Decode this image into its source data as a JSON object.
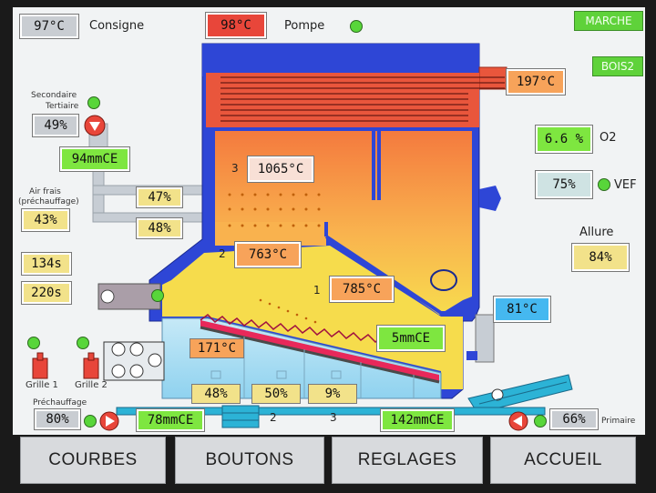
{
  "header": {
    "consigne_value": "97°C",
    "consigne_label": "Consigne",
    "pompe_value": "98°C",
    "pompe_label": "Pompe"
  },
  "status": {
    "marche": "MARCHE",
    "bois2": "BOIS2"
  },
  "boiler": {
    "exhaust_temp": "197°C",
    "zone3_num": "3",
    "zone3_temp": "1065°C",
    "zone2_num": "2",
    "zone2_temp": "763°C",
    "zone1_num": "1",
    "zone1_temp": "785°C",
    "water_temp": "81°C",
    "grate_temp": "171°C",
    "pressure_mid": "5mmCE"
  },
  "left": {
    "secondaire_label": "Secondaire",
    "tertiaire_label": "Tertiaire",
    "secondaire_pct": "49%",
    "pressure_top": "94mmCE",
    "air_frais_label": "Air frais",
    "prechauffage_paren": "(préchauffage)",
    "air_frais_pct": "43%",
    "time1": "134s",
    "time2": "220s",
    "grille1_label": "Grille 1",
    "grille2_label": "Grille 2",
    "prechauffage_label": "Préchauffage",
    "prechauffage_pct": "80%"
  },
  "dampers": {
    "upper": "47%",
    "lower": "48%"
  },
  "right": {
    "o2_value": "6.6 %",
    "o2_label": "O2",
    "vef_value": "75%",
    "vef_label": "VEF",
    "allure_label": "Allure",
    "allure_value": "84%",
    "primaire_label": "Primaire",
    "primaire_pct": "66%"
  },
  "bottom": {
    "grate_pct_1": "48%",
    "grate_pct_2": "50%",
    "grate_pct_3": "9%",
    "pressure_left": "78mmCE",
    "pressure_right": "142mmCE",
    "zone_num_2": "2",
    "zone_num_3": "3"
  },
  "nav": {
    "courbes": "COURBES",
    "boutons": "BOUTONS",
    "reglages": "REGLAGES",
    "accueil": "ACCUEIL"
  },
  "colors": {
    "blue": "#2e46d6",
    "yellow": "#f6dc4c",
    "orange": "#f7a052",
    "red": "#e8463a",
    "green": "#58d63a",
    "light_blue": "#a8dff5",
    "pipe_grey": "#c7cdd4"
  }
}
